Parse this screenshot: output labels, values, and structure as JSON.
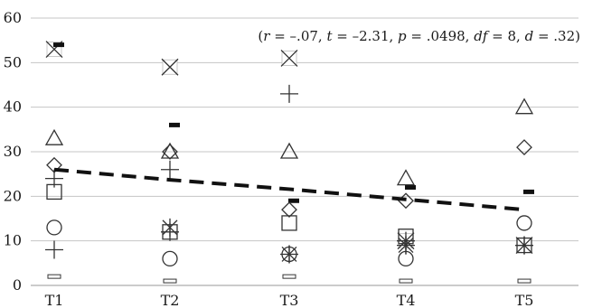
{
  "chart_data": {
    "type": "scatter",
    "title": "",
    "xlabel": "",
    "ylabel": "",
    "categories": [
      "T1",
      "T2",
      "T3",
      "T4",
      "T5"
    ],
    "ylim": [
      0,
      60
    ],
    "yticks": [
      0,
      10,
      20,
      30,
      40,
      50,
      60
    ],
    "grid": true,
    "annotation": {
      "open": "(",
      "parts": [
        {
          "sym": "r",
          "val": " = –.07, "
        },
        {
          "sym": "t",
          "val": " = –2.31, "
        },
        {
          "sym": "p",
          "val": " = .0498, "
        },
        {
          "sym": "df",
          "val": " = 8, "
        },
        {
          "sym": "d",
          "val": " = .32)"
        }
      ]
    },
    "series": [
      {
        "marker": "x-cross",
        "values": [
          53,
          49,
          51,
          10,
          9
        ]
      },
      {
        "marker": "dash-filled",
        "values": [
          54,
          36,
          19,
          22,
          21
        ]
      },
      {
        "marker": "triangle",
        "values": [
          33,
          30,
          30,
          24,
          40
        ]
      },
      {
        "marker": "diamond",
        "values": [
          27,
          30,
          17,
          19,
          31
        ]
      },
      {
        "marker": "plus",
        "values": [
          24,
          26,
          43,
          10,
          9
        ]
      },
      {
        "marker": "square",
        "values": [
          21,
          12,
          14,
          11,
          9
        ]
      },
      {
        "marker": "circle",
        "values": [
          13,
          6,
          7,
          6,
          14
        ]
      },
      {
        "marker": "plus",
        "values": [
          8,
          12,
          7,
          9,
          9
        ]
      },
      {
        "marker": "asterisk",
        "values": [
          null,
          13,
          7,
          9,
          null
        ]
      },
      {
        "marker": "dash-open",
        "values": [
          2,
          1,
          2,
          1,
          1
        ]
      }
    ],
    "trendline": {
      "style": "dashed",
      "values": [
        26,
        23.7,
        21.6,
        19.3,
        17
      ]
    }
  }
}
